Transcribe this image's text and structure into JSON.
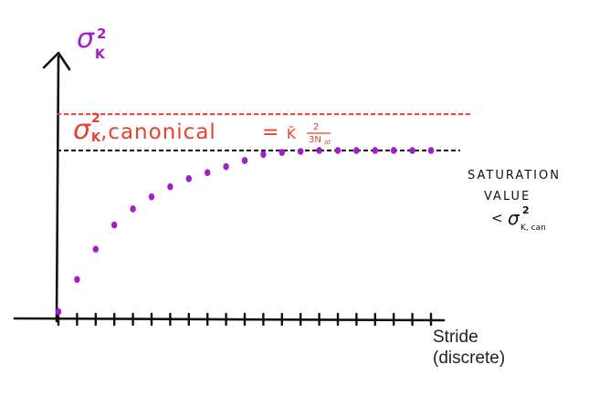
{
  "chart_data": {
    "type": "scatter",
    "title": "",
    "ylabel": {
      "symbol": "σ",
      "subscript": "K",
      "superscript": "2",
      "color": "#a21ccf"
    },
    "xlabel": {
      "line1": "Stride",
      "line2": "(discrete)"
    },
    "ylim": [
      0,
      1.15
    ],
    "xlim": [
      0,
      21
    ],
    "reference_lines": {
      "canonical": {
        "value": 1.0,
        "color": "#e8402f",
        "label_symbol": "σ",
        "label_subscript": "K",
        "label_superscript": "2",
        "label_text": ",canonical",
        "label_eq": "=",
        "label_kbar": "K̄",
        "label_frac_num": "2",
        "label_frac_den": "3N",
        "label_frac_den_sub": "at"
      },
      "saturation": {
        "value": 0.82,
        "color": "#111111",
        "label_line1": "SATURATION",
        "label_line2": "VALUE",
        "label_lt": "<",
        "label_symbol": "σ",
        "label_superscript": "2",
        "label_subscript": "K, can"
      }
    },
    "series": [
      {
        "color": "#a21ccf",
        "x": [
          0,
          1,
          2,
          3,
          4,
          5,
          6,
          7,
          8,
          9,
          10,
          11,
          12,
          13,
          14,
          15,
          16,
          17,
          18,
          19,
          20
        ],
        "y": [
          0.02,
          0.18,
          0.33,
          0.45,
          0.53,
          0.59,
          0.64,
          0.68,
          0.71,
          0.74,
          0.77,
          0.8,
          0.81,
          0.815,
          0.82,
          0.82,
          0.82,
          0.82,
          0.82,
          0.82,
          0.82
        ]
      }
    ],
    "x_tick_count": 21,
    "grid": false,
    "legend": "none"
  }
}
